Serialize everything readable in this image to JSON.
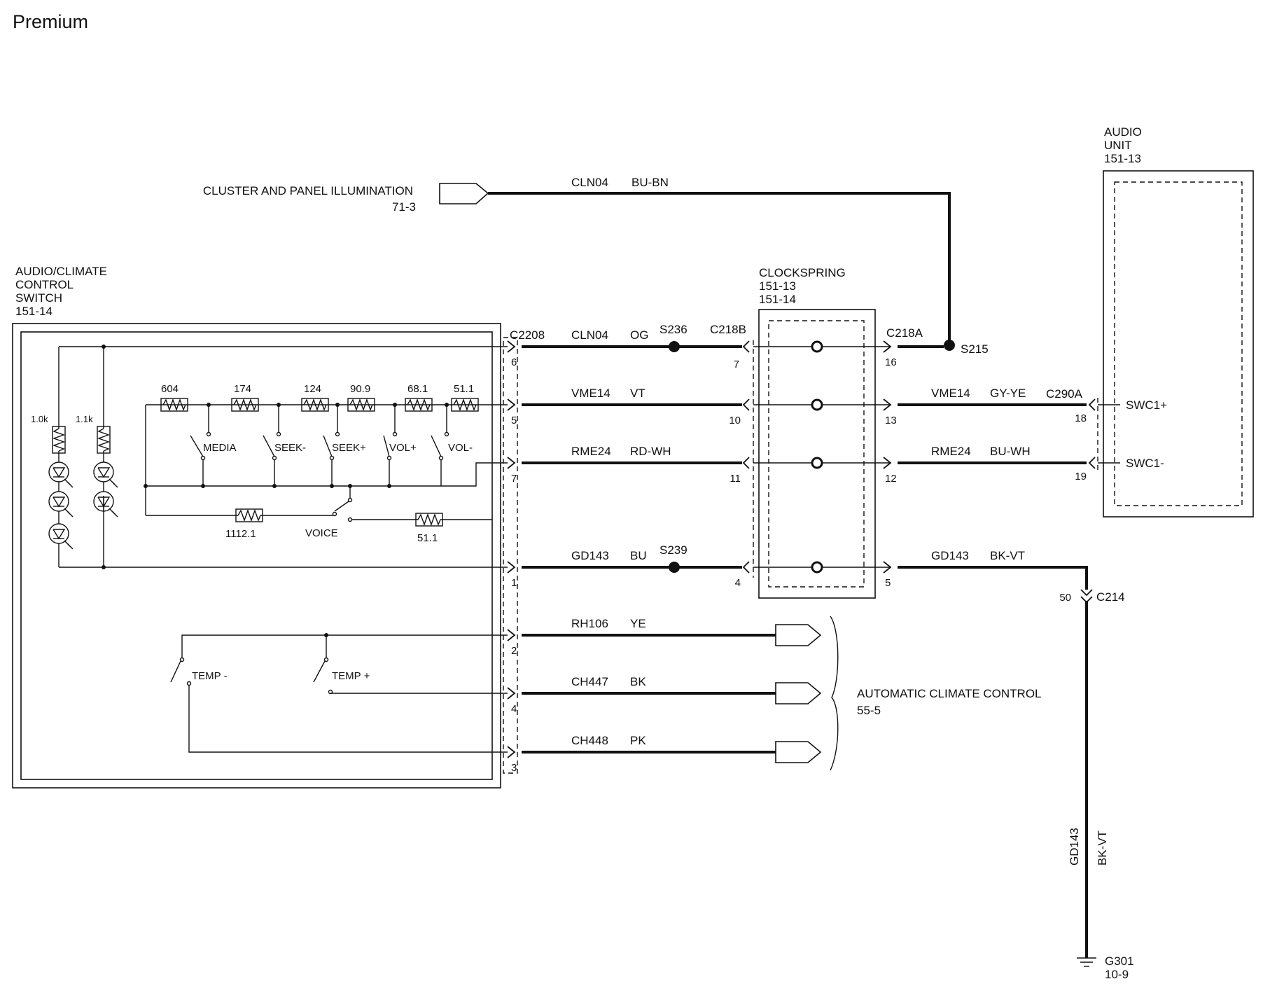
{
  "title": "Premium",
  "components": {
    "illum": {
      "name": "CLUSTER AND PANEL ILLUMINATION",
      "ref": "71-3"
    },
    "switch": {
      "line1": "AUDIO/CLIMATE",
      "line2": "CONTROL",
      "line3": "SWITCH",
      "ref": "151-14"
    },
    "clockspring": {
      "name": "CLOCKSPRING",
      "ref1": "151-13",
      "ref2": "151-14"
    },
    "audio": {
      "line1": "AUDIO",
      "line2": "UNIT",
      "ref": "151-13"
    },
    "acc": {
      "name": "AUTOMATIC CLIMATE CONTROL",
      "ref": "55-5"
    },
    "ground": {
      "name": "G301",
      "ref": "10-9"
    }
  },
  "connectors": {
    "c2208": "C2208",
    "c218b": "C218B",
    "c218a": "C218A",
    "c290a": "C290A",
    "c214": "C214"
  },
  "splices": {
    "s236": "S236",
    "s239": "S239",
    "s215": "S215"
  },
  "wires": {
    "top": {
      "circuit": "CLN04",
      "color": "BU-BN"
    },
    "w1": {
      "circuit": "CLN04",
      "color": "OG"
    },
    "w2": {
      "circuit": "VME14",
      "color": "VT"
    },
    "w3": {
      "circuit": "RME24",
      "color": "RD-WH"
    },
    "w4": {
      "circuit": "GD143",
      "color": "BU"
    },
    "w5": {
      "circuit": "RH106",
      "color": "YE"
    },
    "w6": {
      "circuit": "CH447",
      "color": "BK"
    },
    "w7": {
      "circuit": "CH448",
      "color": "PK"
    },
    "r2": {
      "circuit": "VME14",
      "color": "GY-YE"
    },
    "r3": {
      "circuit": "RME24",
      "color": "BU-WH"
    },
    "r4": {
      "circuit": "GD143",
      "color": "BK-VT"
    },
    "vert": {
      "circuit": "GD143",
      "color": "BK-VT"
    }
  },
  "pins": {
    "c2208": [
      "6",
      "5",
      "7",
      "1",
      "2",
      "4",
      "3"
    ],
    "c218b": [
      "7",
      "10",
      "11",
      "4"
    ],
    "c218a": [
      "16",
      "13",
      "12",
      "5"
    ],
    "c290a": [
      "18",
      "19"
    ],
    "c214": "50"
  },
  "audio_pins": {
    "swc_plus": "SWC1+",
    "swc_minus": "SWC1-"
  },
  "resistors": {
    "chain": [
      "604",
      "174",
      "124",
      "90.9",
      "68.1",
      "51.1"
    ],
    "led1": "1.0k",
    "led2": "1.1k",
    "voice_a": "1112.1",
    "voice_b": "51.1"
  },
  "buttons": {
    "media": "MEDIA",
    "seek_minus": "SEEK-",
    "seek_plus": "SEEK+",
    "vol_plus": "VOL+",
    "vol_minus": "VOL-",
    "voice": "VOICE",
    "temp_minus": "TEMP -",
    "temp_plus": "TEMP +"
  }
}
